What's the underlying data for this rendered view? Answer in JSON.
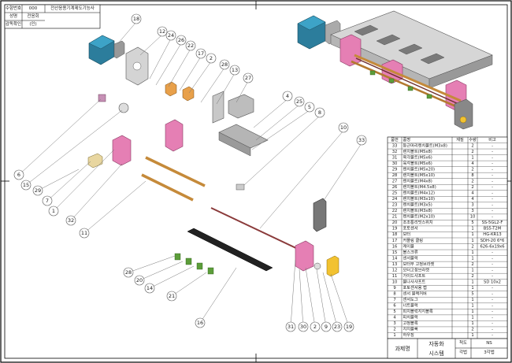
{
  "header_block": {
    "rows": [
      {
        "label": "수험번호",
        "value": "000",
        "title": "전산응용기계제도기능사"
      },
      {
        "label": "성명",
        "value": "전응회"
      },
      {
        "label": "감독확인",
        "value": "(인)"
      }
    ]
  },
  "callouts": [
    {
      "n": "18"
    },
    {
      "n": "12"
    },
    {
      "n": "24"
    },
    {
      "n": "26"
    },
    {
      "n": "22"
    },
    {
      "n": "17"
    },
    {
      "n": "2"
    },
    {
      "n": "28"
    },
    {
      "n": "13"
    },
    {
      "n": "27"
    },
    {
      "n": "4"
    },
    {
      "n": "25"
    },
    {
      "n": "5"
    },
    {
      "n": "8"
    },
    {
      "n": "10"
    },
    {
      "n": "33"
    },
    {
      "n": "6"
    },
    {
      "n": "15"
    },
    {
      "n": "29"
    },
    {
      "n": "7"
    },
    {
      "n": "1"
    },
    {
      "n": "32"
    },
    {
      "n": "11"
    },
    {
      "n": "28"
    },
    {
      "n": "20"
    },
    {
      "n": "14"
    },
    {
      "n": "21"
    },
    {
      "n": "16"
    },
    {
      "n": "31"
    },
    {
      "n": "30"
    },
    {
      "n": "2"
    },
    {
      "n": "9"
    },
    {
      "n": "23"
    },
    {
      "n": "19"
    }
  ],
  "parts_list": {
    "headers": [
      "품번",
      "품명",
      "재질",
      "수량",
      "비고"
    ],
    "rows": [
      [
        "33",
        "둥근머리렌치볼트(M3x8)",
        "",
        "2",
        "-"
      ],
      [
        "32",
        "렌치볼트(M5x8)",
        "",
        "2",
        "-"
      ],
      [
        "31",
        "육각볼트(M5x6)",
        "",
        "1",
        "-"
      ],
      [
        "30",
        "육각볼트(M5x6)",
        "",
        "4",
        "-"
      ],
      [
        "29",
        "렌치볼트(M5x20)",
        "",
        "2",
        "-"
      ],
      [
        "28",
        "렌치볼트(M5x10)",
        "",
        "8",
        "-"
      ],
      [
        "27",
        "렌치볼트(M4x8)",
        "",
        "2",
        "-"
      ],
      [
        "26",
        "렌치볼트(M4.5x8)",
        "",
        "2",
        "-"
      ],
      [
        "25",
        "렌치볼트(M4x12)",
        "",
        "4",
        "-"
      ],
      [
        "24",
        "렌치볼트(M3x10)",
        "",
        "4",
        "-"
      ],
      [
        "23",
        "렌치볼트(M3x5)",
        "",
        "3",
        "-"
      ],
      [
        "22",
        "렌치볼트(M3x8)",
        "",
        "3",
        "-"
      ],
      [
        "21",
        "렌치볼트(M2x10)",
        "",
        "10",
        "-"
      ],
      [
        "20",
        "조조통리밋스위치",
        "",
        "5",
        "SS-5GL2-F"
      ],
      [
        "19",
        "포토센서",
        "",
        "1",
        "BS5-T2M"
      ],
      [
        "18",
        "모터",
        "",
        "1",
        "HG-KR13"
      ],
      [
        "17",
        "커플링 클링",
        "",
        "1",
        "SDH-20 6*6"
      ],
      [
        "16",
        "케이블",
        "",
        "2",
        "626-6x19x6"
      ],
      [
        "15",
        "볼스크류",
        "",
        "1",
        "-"
      ],
      [
        "14",
        "센서블럭",
        "",
        "1",
        "-"
      ],
      [
        "13",
        "모터부 고정브라켓",
        "",
        "2",
        "-"
      ],
      [
        "12",
        "모터고정브라켓",
        "",
        "1",
        "-"
      ],
      [
        "11",
        "가이드샤프트",
        "",
        "2",
        "-"
      ],
      [
        "10",
        "볼나사샤프트",
        "",
        "1",
        "SD 10x2"
      ],
      [
        "9",
        "포토센서용 캡",
        "",
        "1",
        "-"
      ],
      [
        "8",
        "센서 블랙커버",
        "",
        "5",
        "-"
      ],
      [
        "7",
        "센서도그",
        "",
        "1",
        "-"
      ],
      [
        "6",
        "너트블럭",
        "",
        "1",
        "-"
      ],
      [
        "5",
        "피치블럭지지블록",
        "",
        "1",
        "-"
      ],
      [
        "4",
        "피치블럭",
        "",
        "1",
        "-"
      ],
      [
        "3",
        "고정블록",
        "",
        "1",
        "-"
      ],
      [
        "2",
        "지지블록",
        "",
        "2",
        "-"
      ],
      [
        "1",
        "하우징",
        "",
        "1",
        "-"
      ]
    ]
  },
  "title_block": {
    "course_label": "과제명",
    "course_name_line1": "자동화",
    "course_name_line2": "시스템",
    "scale_label": "척도",
    "scale_value": "NS",
    "angle_label": "각법",
    "angle_value": "3각법"
  }
}
